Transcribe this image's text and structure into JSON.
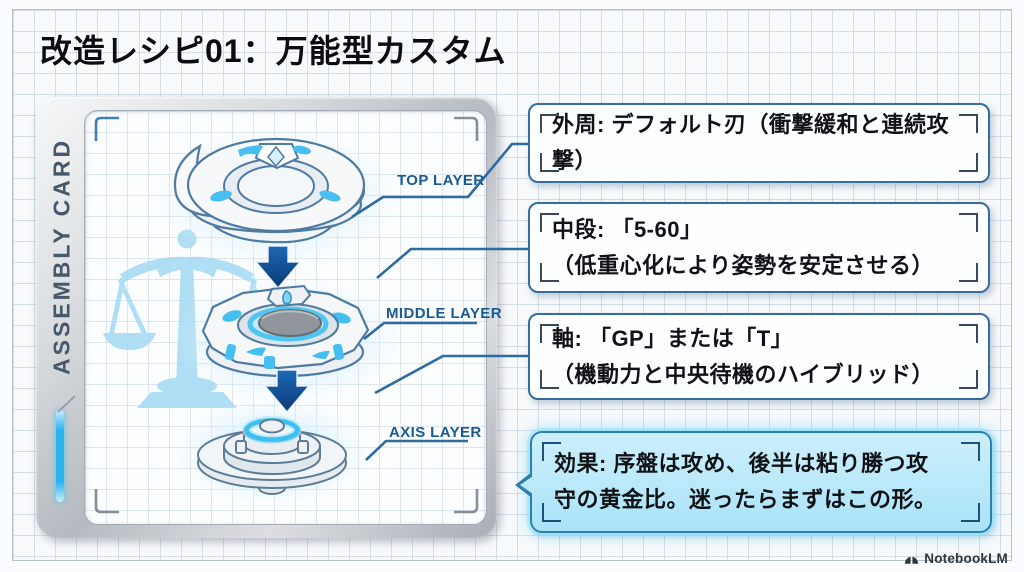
{
  "title": "改造レシピ01：万能型カスタム",
  "card": {
    "side_label": "ASSEMBLY CARD",
    "layers": [
      {
        "label": "TOP LAYER"
      },
      {
        "label": "MIDDLE LAYER"
      },
      {
        "label": "AXIS LAYER"
      }
    ]
  },
  "callouts": [
    {
      "lines": [
        "外周: デフォルト刃（衝撃緩和と連続攻撃）"
      ]
    },
    {
      "lines": [
        "中段: 「5-60」",
        "（低重心化により姿勢を安定させる）"
      ]
    },
    {
      "lines": [
        "軸: 「GP」または「T」",
        "（機動力と中央待機のハイブリッド）"
      ]
    }
  ],
  "effect": {
    "lines": [
      "効果: 序盤は攻め、後半は粘り勝つ攻",
      "守の黄金比。迷ったらまずはこの形。"
    ]
  },
  "footer": {
    "brand": "NotebookLM"
  },
  "colors": {
    "leader_line": "#2d6ba1",
    "label_blue": "#1a5a94",
    "effect_bg": "#b9e7fa",
    "arrow_navy": "#11498c",
    "accent_cyan": "#45bef0"
  }
}
